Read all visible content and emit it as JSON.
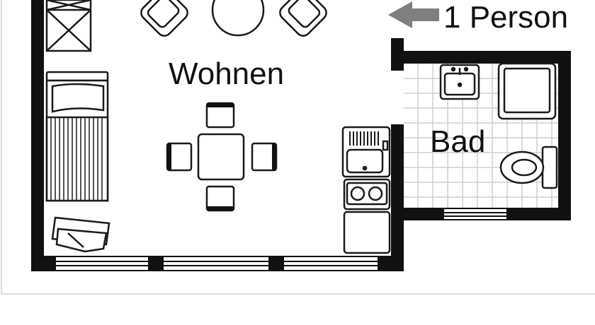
{
  "labels": {
    "living_room": "Wohnen",
    "bathroom": "Bad",
    "occupancy": "1 Person"
  },
  "icons": [
    "armchair-icon",
    "round-table-icon",
    "cabinet-icon",
    "bed-icon",
    "dining-table-icon",
    "chair-icon",
    "kitchen-sink-icon",
    "stove-icon",
    "washbasin-icon",
    "shower-icon",
    "toilet-icon",
    "arrow-left-icon",
    "window-icon"
  ],
  "colors": {
    "wall": "#111111",
    "line": "#1a1a1a",
    "tile_grid": "#cfcfcf",
    "arrow": "#7f7f7f",
    "background": "#ffffff"
  }
}
